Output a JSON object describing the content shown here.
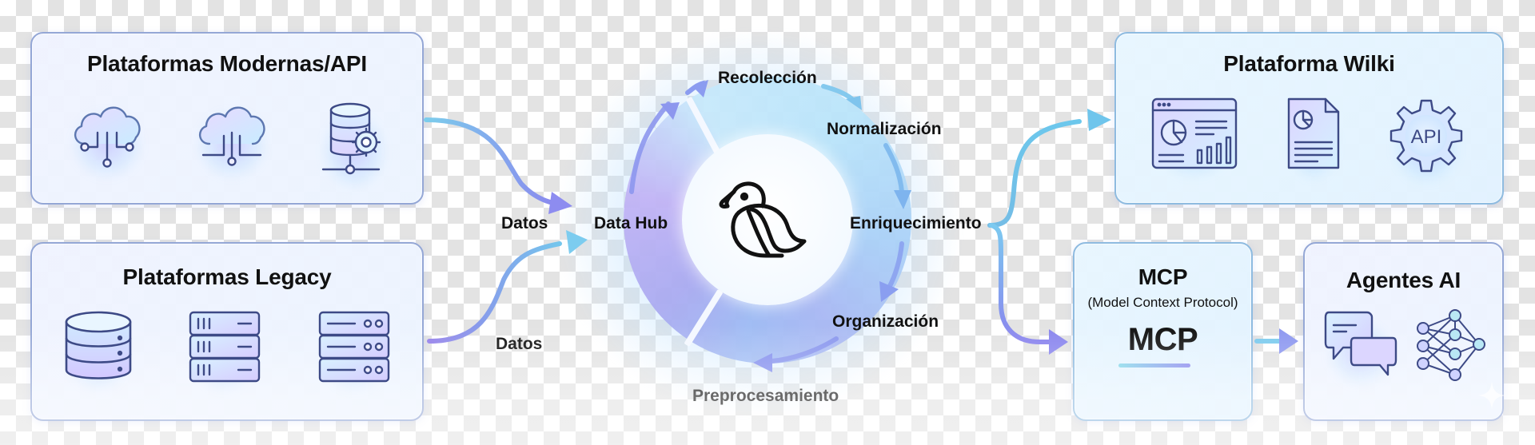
{
  "sources": {
    "modern": {
      "title": "Plataformas Modernas/API",
      "icons": [
        "cloud-network-icon",
        "cloud-connection-icon",
        "database-settings-icon"
      ]
    },
    "legacy": {
      "title": "Plataformas Legacy",
      "icons": [
        "database-icon",
        "server-rack-icon",
        "server-storage-icon"
      ]
    }
  },
  "flow_labels": {
    "datos_top": "Datos",
    "datos_bottom": "Datos"
  },
  "hub": {
    "label": "Data Hub",
    "logo": "bird-logo-icon",
    "stages": [
      "Recolección",
      "Normalización",
      "Enriquecimiento",
      "Organización",
      "Preprocesamiento"
    ]
  },
  "outputs": {
    "wiki": {
      "title": "Plataforma Wilki",
      "icons": [
        "dashboard-icon",
        "report-document-icon",
        "api-gear-icon"
      ],
      "api_badge": "API"
    },
    "mcp": {
      "title": "MCP",
      "subtitle": "(Model Context Protocol)",
      "logo_text": "MCP"
    },
    "agents": {
      "title": "Agentes AI",
      "icons": [
        "chat-bubbles-icon",
        "neural-network-icon"
      ]
    }
  },
  "colors": {
    "stroke_dark": "#3d4a86",
    "arrow_violet": "#8a8ff0",
    "arrow_cyan": "#6cc7ec",
    "card_border": "#94a7d6",
    "text": "#111111"
  }
}
